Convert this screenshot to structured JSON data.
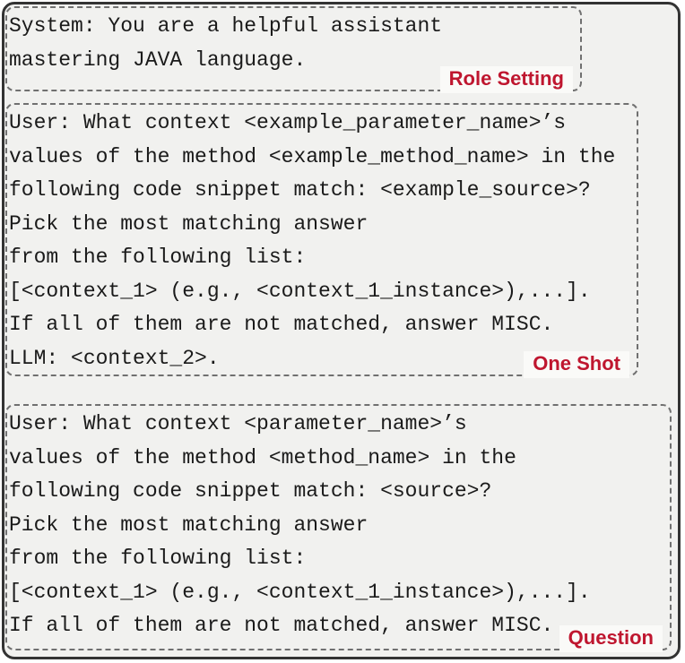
{
  "figure": {
    "colors": {
      "label_red": "#BF162F",
      "panel_bg": "#F1F1EF",
      "outer_border": "#333333",
      "dashed_border": "#707070",
      "text": "#1A1A1A",
      "label_bg": "#FAFAF8"
    },
    "sections": [
      {
        "label": "Role Setting",
        "lines": [
          "System: You are a helpful assistant",
          "mastering JAVA language."
        ]
      },
      {
        "label": "One Shot",
        "lines": [
          "User: What context <example_parameter_name>’s",
          "values of the method <example_method_name> in the",
          "following code snippet match: <example_source>?",
          "Pick the most matching answer",
          "from the following list:",
          "[<context_1> (e.g., <context_1_instance>),...].",
          "If all of them are not matched, answer MISC.",
          "LLM: <context_2>."
        ]
      },
      {
        "label": "Question",
        "lines": [
          "User: What context <parameter_name>’s",
          "values of the method <method_name> in the",
          "following code snippet match: <source>?",
          "Pick the most matching answer",
          "from the following list:",
          "[<context_1> (e.g., <context_1_instance>),...].",
          "If all of them are not matched, answer MISC."
        ]
      }
    ]
  }
}
